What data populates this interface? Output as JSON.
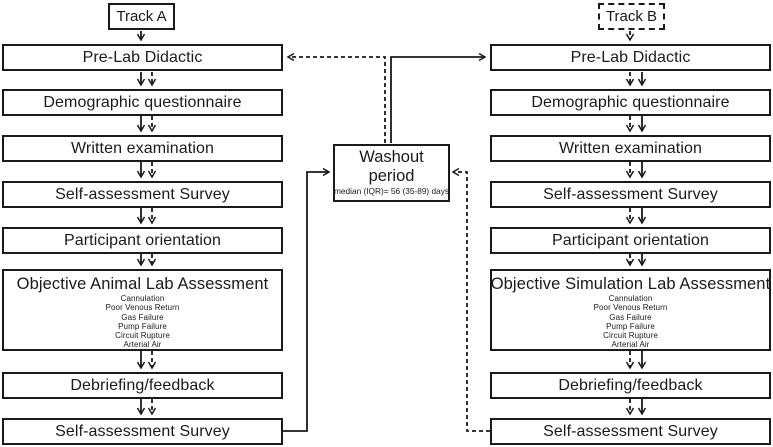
{
  "diagram": {
    "track_a": {
      "title": "Track A",
      "steps": [
        {
          "label": "Pre-Lab Didactic"
        },
        {
          "label": "Demographic questionnaire"
        },
        {
          "label": "Written examination"
        },
        {
          "label": "Self-assessment Survey"
        },
        {
          "label": "Participant orientation"
        },
        {
          "label": "Objective Animal Lab Assessment",
          "subitems": [
            "Cannulation",
            "Poor Venous Return",
            "Gas Failure",
            "Pump Failure",
            "Circuit Rupture",
            "Arterial Air"
          ]
        },
        {
          "label": "Debriefing/feedback"
        },
        {
          "label": "Self-assessment Survey"
        }
      ]
    },
    "track_b": {
      "title": "Track B",
      "steps": [
        {
          "label": "Pre-Lab Didactic"
        },
        {
          "label": "Demographic questionnaire"
        },
        {
          "label": "Written examination"
        },
        {
          "label": "Self-assessment Survey"
        },
        {
          "label": "Participant orientation"
        },
        {
          "label": "Objective Simulation Lab Assessment",
          "subitems": [
            "Cannulation",
            "Poor Venous Return",
            "Gas Failure",
            "Pump Failure",
            "Circuit Rupture",
            "Arterial Air"
          ]
        },
        {
          "label": "Debriefing/feedback"
        },
        {
          "label": "Self-assessment Survey"
        }
      ]
    },
    "washout": {
      "title_line1": "Washout",
      "title_line2": "period",
      "subtitle": "median (IQR)= 56 (35-89) days"
    },
    "colors": {
      "line": "#1a1a1a",
      "background": "#ffffff"
    }
  }
}
